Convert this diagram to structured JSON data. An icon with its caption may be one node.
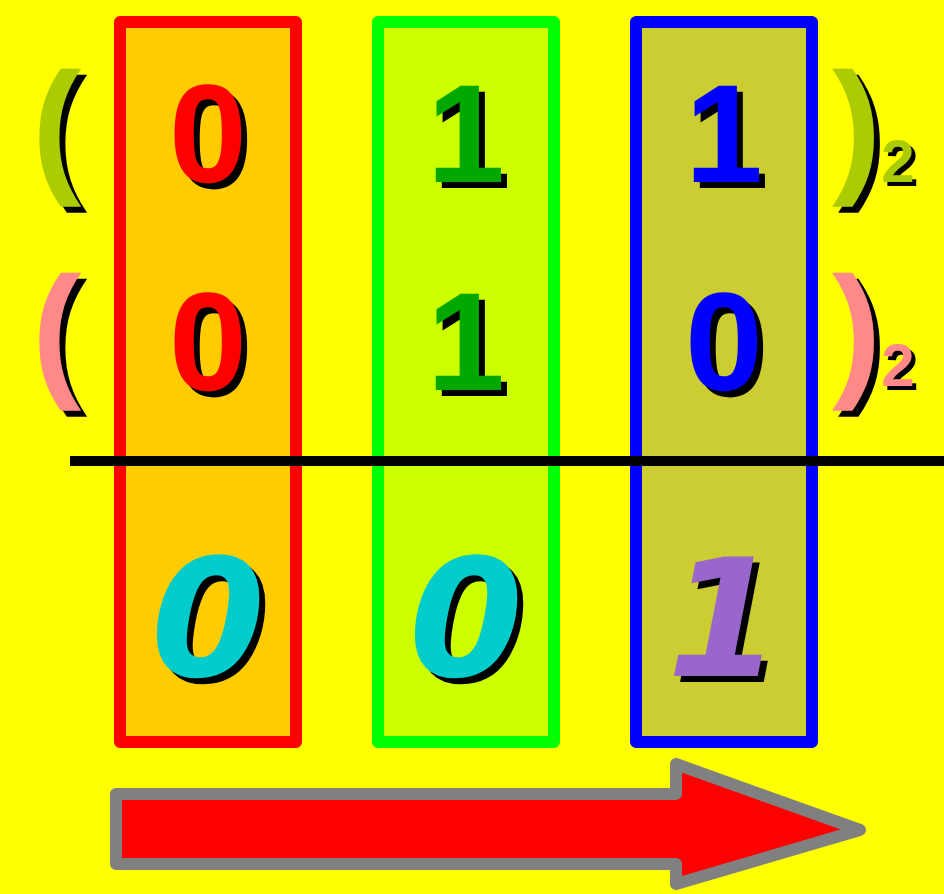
{
  "diagram": {
    "nodes": [
      {
        "text": [
          "0",
          "0",
          "0"
        ]
      },
      {
        "text": [
          "1",
          "1",
          "0"
        ]
      },
      {
        "text": [
          "1",
          "0",
          "1"
        ]
      }
    ],
    "labels": [
      "(",
      ")$_{2}$",
      "(",
      ")$_{2}$"
    ]
  }
}
